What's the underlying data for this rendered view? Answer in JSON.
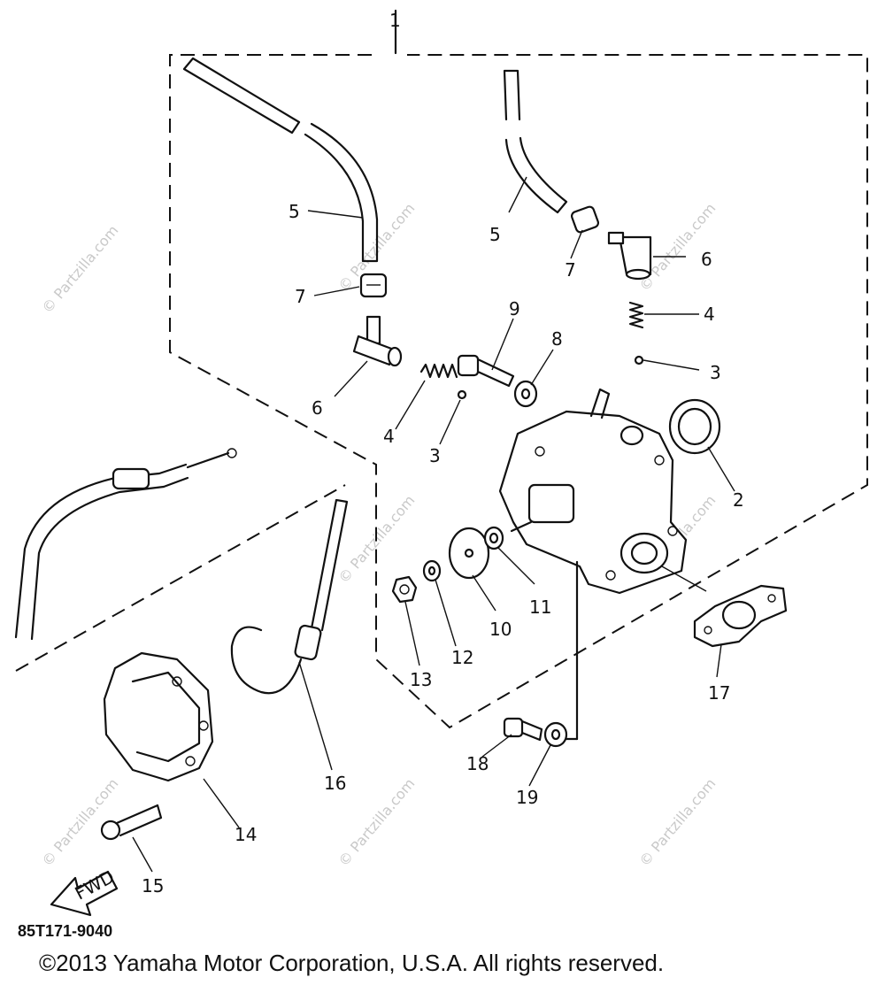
{
  "diagram": {
    "callouts": {
      "c1": "1",
      "c2": "2",
      "c3a": "3",
      "c3b": "3",
      "c4a": "4",
      "c4b": "4",
      "c5a": "5",
      "c5b": "5",
      "c6a": "6",
      "c6b": "6",
      "c7a": "7",
      "c7b": "7",
      "c8": "8",
      "c9": "9",
      "c10": "10",
      "c11": "11",
      "c12": "12",
      "c13": "13",
      "c14": "14",
      "c15": "15",
      "c16": "16",
      "c17": "17",
      "c18": "18",
      "c19": "19"
    },
    "fwd_label": "FWD",
    "part_code": "85T171-9040",
    "watermark": "© Partzilla.com",
    "copyright": "©2013 Yamaha Motor Corporation, U.S.A. All rights reserved."
  }
}
